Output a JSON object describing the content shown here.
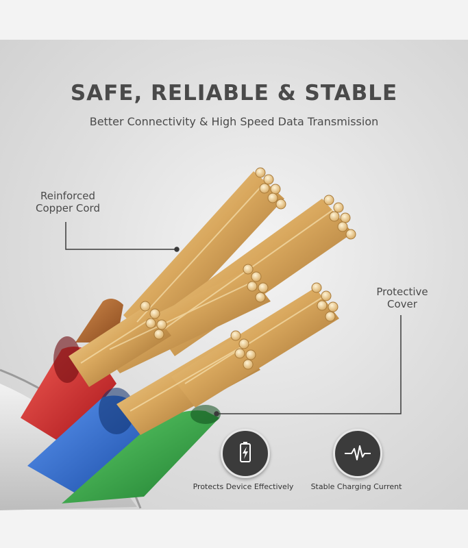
{
  "headline": {
    "title": "SAFE, RELIABLE & STABLE",
    "subtitle": "Better Connectivity & High Speed Data Transmission"
  },
  "callouts": {
    "copper": {
      "line1": "Reinforced",
      "line2": "Copper Cord"
    },
    "cover": {
      "line1": "Protective",
      "line2": "Cover"
    }
  },
  "features": [
    {
      "label": "Protects Device Effectively",
      "icon": "battery-bolt-icon"
    },
    {
      "label": "Stable Charging Current",
      "icon": "pulse-wave-icon"
    }
  ],
  "colors": {
    "panel": "#dedede",
    "text": "#4a4a4a",
    "badge": "#3b3b3b",
    "copper": "#d9a85e",
    "red_wire": "#d7262a",
    "blue_wire": "#2c6bd6",
    "green_wire": "#34a84a"
  }
}
